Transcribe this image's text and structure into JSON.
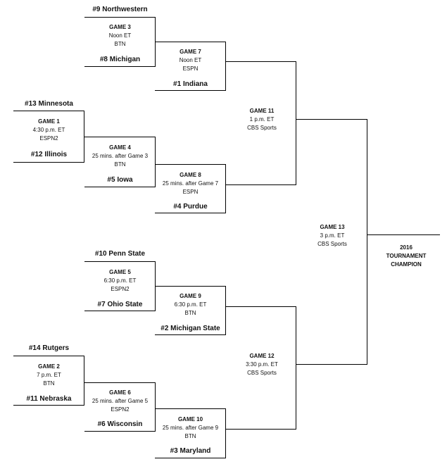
{
  "teams": {
    "t9": "#9 Northwestern",
    "t8": "#8 Michigan",
    "t1": "#1 Indiana",
    "t13": "#13 Minnesota",
    "t12": "#12 Illinois",
    "t5": "#5 Iowa",
    "t4": "#4 Purdue",
    "t10": "#10 Penn State",
    "t7": "#7 Ohio State",
    "t2": "#2 Michigan State",
    "t14": "#14 Rutgers",
    "t11": "#11 Nebraska",
    "t6": "#6 Wisconsin",
    "t3": "#3 Maryland"
  },
  "games": {
    "g1": {
      "label": "GAME 1",
      "time": "4:30 p.m. ET",
      "network": "ESPN2"
    },
    "g2": {
      "label": "GAME 2",
      "time": "7 p.m. ET",
      "network": "BTN"
    },
    "g3": {
      "label": "GAME 3",
      "time": "Noon ET",
      "network": "BTN"
    },
    "g4": {
      "label": "GAME 4",
      "time": "25 mins. after Game 3",
      "network": "BTN"
    },
    "g5": {
      "label": "GAME 5",
      "time": "6:30 p.m. ET",
      "network": "ESPN2"
    },
    "g6": {
      "label": "GAME 6",
      "time": "25 mins. after Game 5",
      "network": "ESPN2"
    },
    "g7": {
      "label": "GAME 7",
      "time": "Noon ET",
      "network": "ESPN"
    },
    "g8": {
      "label": "GAME 8",
      "time": "25 mins. after Game 7",
      "network": "ESPN"
    },
    "g9": {
      "label": "GAME 9",
      "time": "6:30 p.m. ET",
      "network": "BTN"
    },
    "g10": {
      "label": "GAME 10",
      "time": "25 mins. after Game 9",
      "network": "BTN"
    },
    "g11": {
      "label": "GAME 11",
      "time": "1 p.m. ET",
      "network": "CBS Sports"
    },
    "g12": {
      "label": "GAME 12",
      "time": "3:30 p.m. ET",
      "network": "CBS Sports"
    },
    "g13": {
      "label": "GAME 13",
      "time": "3 p.m. ET",
      "network": "CBS Sports"
    }
  },
  "champion": {
    "line1": "2016",
    "line2": "TOURNAMENT",
    "line3": "CHAMPION"
  }
}
